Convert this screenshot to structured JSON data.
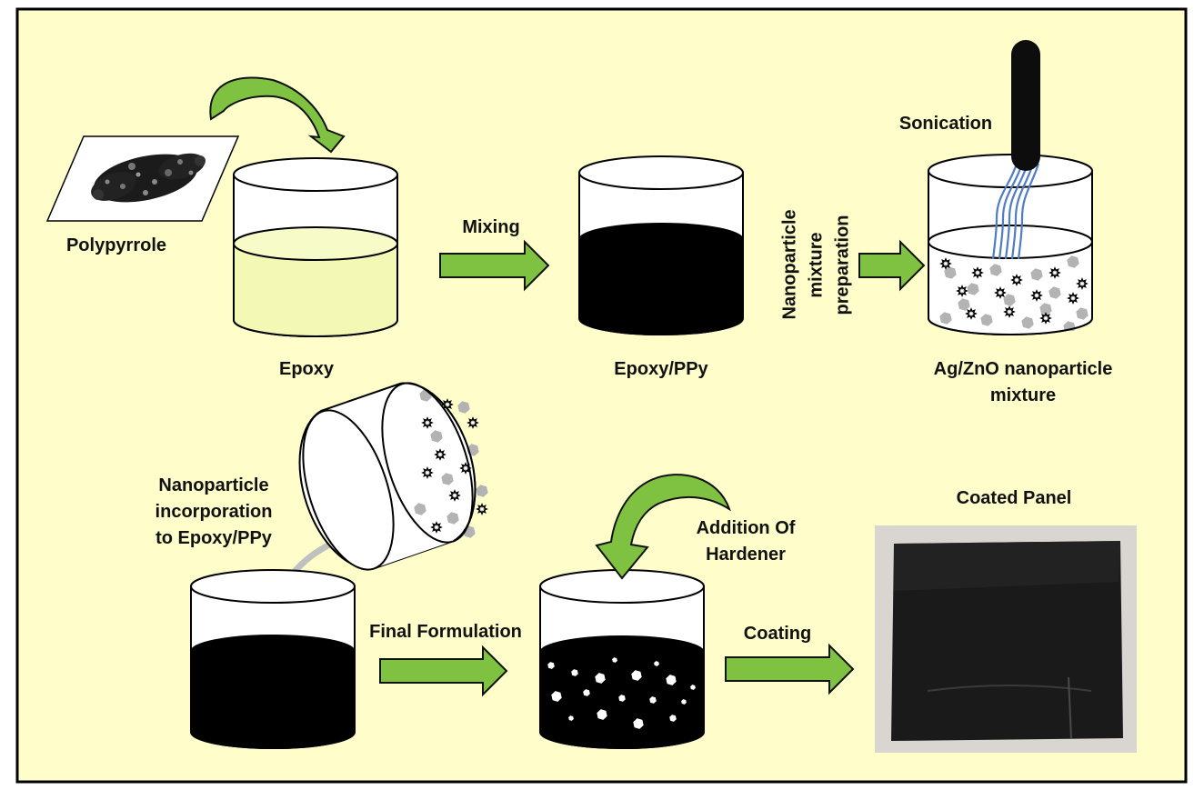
{
  "colors": {
    "background": "#fffdc9",
    "frame": "#000000",
    "arrow_fill": "#7fc242",
    "arrow_stroke": "#111111",
    "epoxy_liquid": "#f3f9b4",
    "ppy_liquid": "#000000",
    "particle_gray": "#b3b3b3",
    "electrode_wave": "#4f7cc4",
    "panel_frame": "#d9d5d0",
    "panel_surface": "#1a1a1a"
  },
  "labels": {
    "polypyrrole": "Polypyrrole",
    "epoxy": "Epoxy",
    "mixing": "Mixing",
    "epoxy_ppy": "Epoxy/PPy",
    "nanoparticle_prep": [
      "Nanoparticle",
      "mixture",
      "preparation"
    ],
    "sonication": "Sonication",
    "agzno_mixture": [
      "Ag/ZnO nanoparticle",
      "mixture"
    ],
    "incorporation": [
      "Nanoparticle",
      "incorporation",
      "to Epoxy/PPy"
    ],
    "final_formulation": "Final Formulation",
    "hardener": [
      "Addition Of",
      "Hardener"
    ],
    "coating": "Coating",
    "coated_panel": "Coated Panel"
  }
}
